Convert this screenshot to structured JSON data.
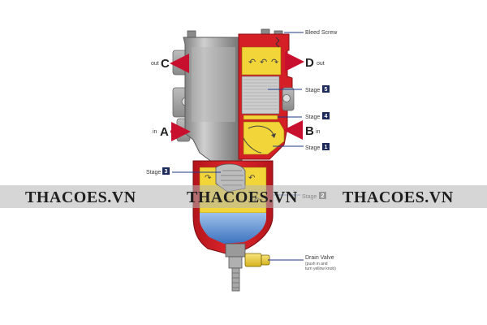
{
  "labels": {
    "bleed_screw": "Bleed Screw",
    "out_c_word": "out",
    "out_c_letter": "C",
    "out_d_letter": "D",
    "out_d_word": "out",
    "stage5_word": "Stage",
    "stage5_num": "5",
    "stage4_word": "Stage",
    "stage4_num": "4",
    "in_a_word": "in",
    "in_a_letter": "A",
    "in_b_letter": "B",
    "in_b_word": "in",
    "stage1_word": "Stage",
    "stage1_num": "1",
    "stage3_word": "Stage",
    "stage3_num": "3",
    "stage2_word": "Stage",
    "stage2_num": "2",
    "drain_valve": "Drain Valve",
    "drain_valve_note1": "(push in and",
    "drain_valve_note2": "turn yellow knob)"
  },
  "watermark": {
    "text_left": "THACOES.VN",
    "text_center": "THACOES.VN",
    "text_right": "THACOES.VN"
  },
  "colors": {
    "housing_red": "#d41f26",
    "fuel_yellow": "#f2d538",
    "water_blue": "#5a8fd0",
    "body_grey": "#a9a9a9",
    "arrow_red": "#c8102e",
    "pointer_blue": "#1e3a8a",
    "stage_badge": "#1e2a5a"
  }
}
